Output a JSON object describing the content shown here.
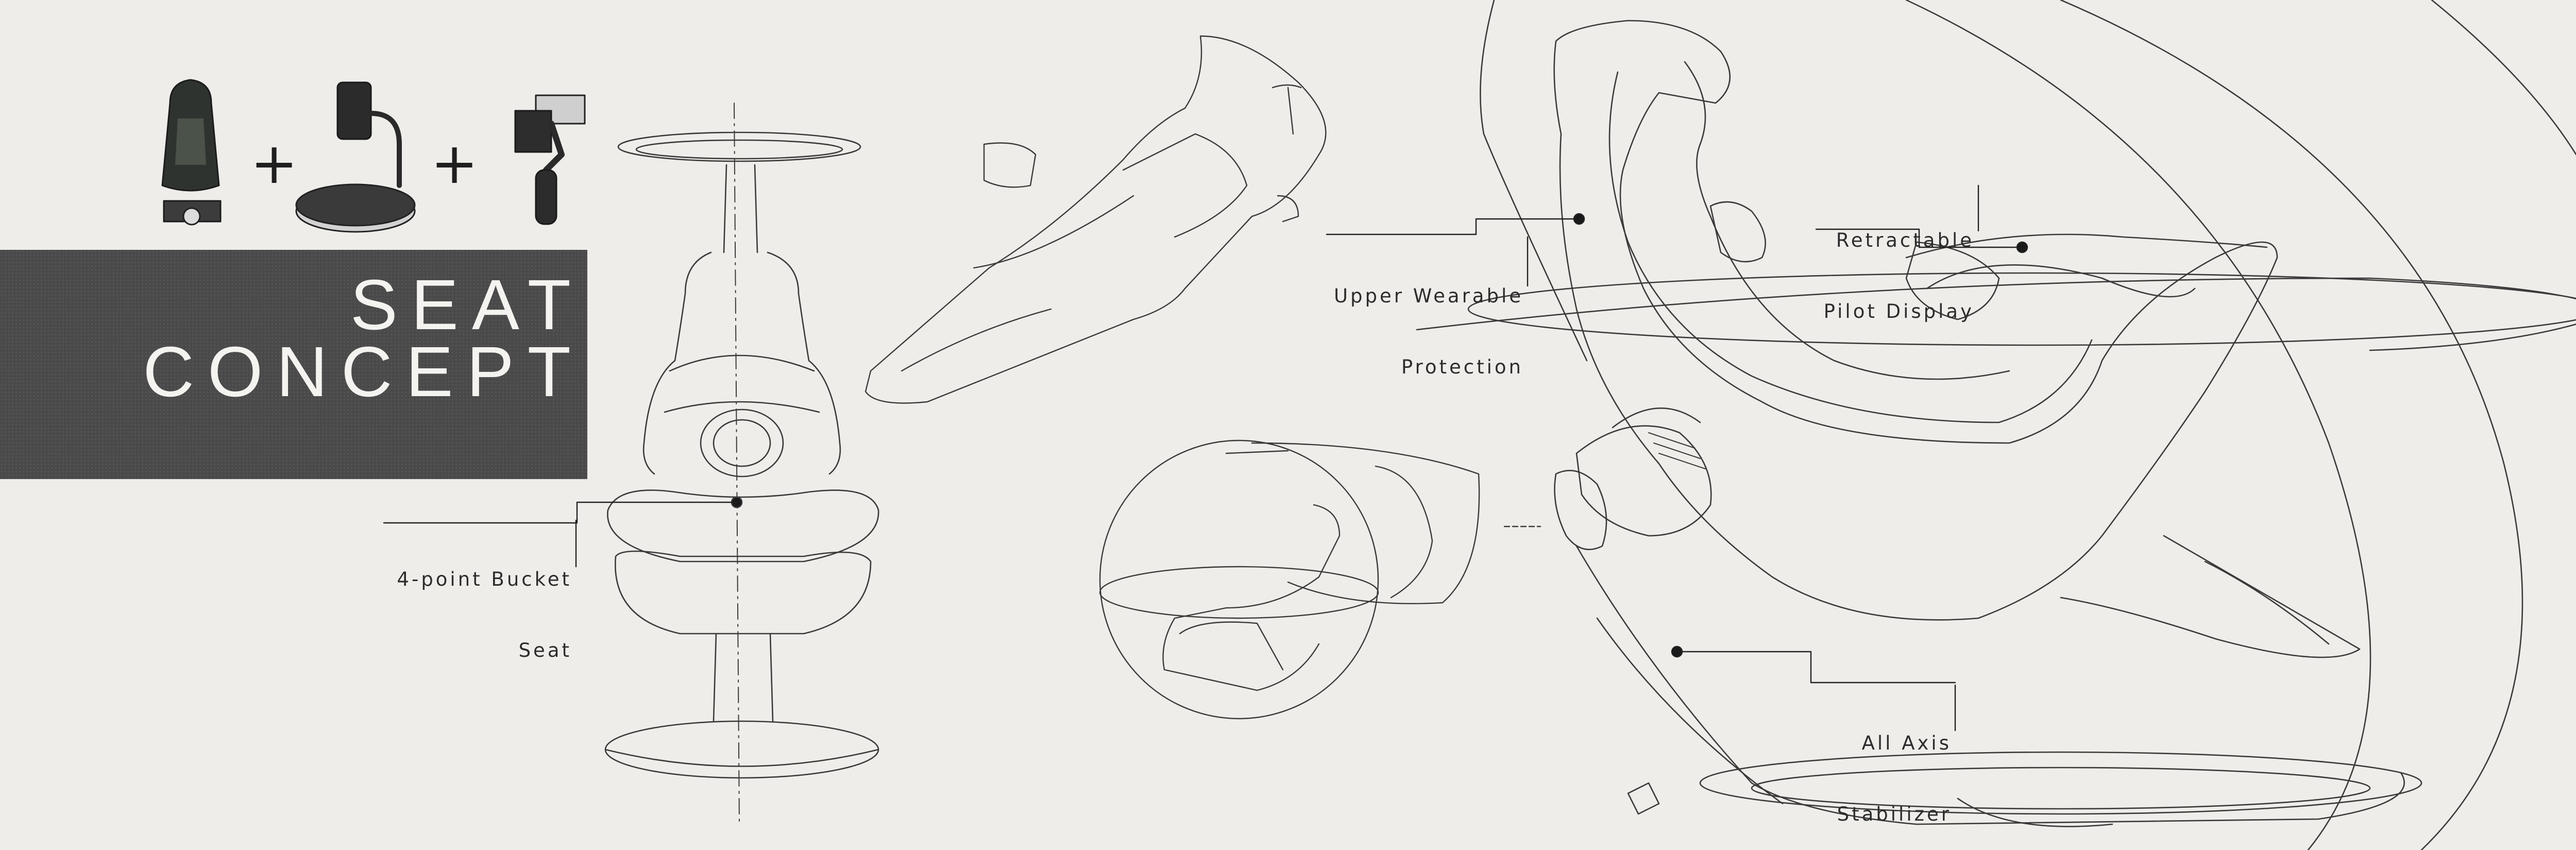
{
  "title": {
    "line1": "SEAT",
    "line2": "CONCEPT"
  },
  "product_icons": [
    "racing-seat-icon",
    "turntable-stand-icon",
    "gimbal-stabilizer-icon"
  ],
  "plus_sign": "+",
  "callouts": [
    {
      "name": "callout-bucket-seat",
      "line1": "4-point Bucket",
      "line2": "Seat"
    },
    {
      "name": "callout-upper-wearable",
      "line1": "Upper Wearable",
      "line2": "Protection"
    },
    {
      "name": "callout-pilot-display",
      "line1": "Retractable",
      "line2": "Pilot Display"
    },
    {
      "name": "callout-stabilizer",
      "line1": "All Axis",
      "line2": "Stabilizer"
    }
  ],
  "colors": {
    "paper": "#efedea",
    "title_block": "#4a4a4a",
    "ink": "#2c2c2c"
  }
}
